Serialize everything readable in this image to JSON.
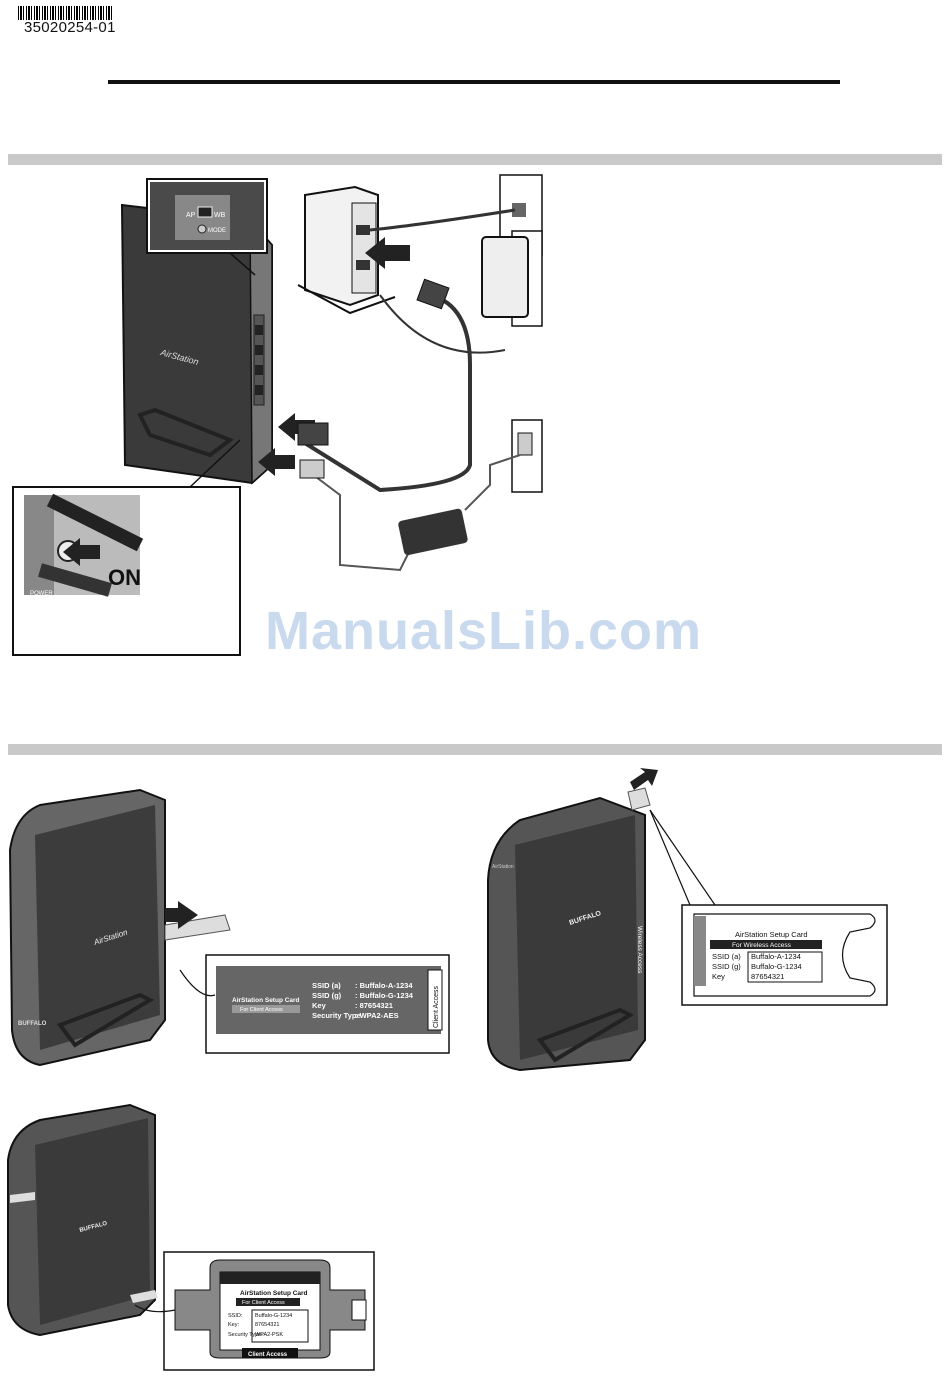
{
  "header": {
    "doc_number": "35020254-01"
  },
  "watermark": "ManualsLib.com",
  "section1": {
    "router_brand": "AirStation",
    "switch_ap": "AP",
    "switch_wb": "WB",
    "switch_mode": "MODE",
    "power_label": "ON",
    "port_power": "POWER"
  },
  "section2": {
    "card1": {
      "title": "AirStation Setup Card",
      "subtitle": "For Client Access",
      "ssid_a_label": "SSID (a)",
      "ssid_a": ": Buffalo-A-1234",
      "ssid_g_label": "SSID (g)",
      "ssid_g": ": Buffalo-G-1234",
      "key_label": "Key",
      "key": ": 87654321",
      "sec_label": "Security Type",
      "sec": ": WPA2-AES",
      "side_tab": "Client Access",
      "router_brand": "AirStation",
      "router_logo": "BUFFALO"
    },
    "card2": {
      "title": "AirStation Setup Card",
      "subtitle": "For Wireless Access",
      "side_tab": "Wireless Access",
      "ssid_a_label": "SSID (a)",
      "ssid_a": "Buffalo-A-1234",
      "ssid_g_label": "SSID (g)",
      "ssid_g": "Buffalo-G-1234",
      "key_label": "Key",
      "key": "87654321",
      "router_logo": "BUFFALO",
      "router_brand": "AirStation"
    },
    "card3": {
      "title": "AirStation Setup Card",
      "subtitle": "For Client Access",
      "ssid_label": "SSID:",
      "ssid": "Buffalo-G-1234",
      "key_label": "Key:",
      "key": "87654321",
      "sec_label": "Security Type:",
      "sec": "WPA2-PSK",
      "bottom_tab": "Client Access",
      "router_logo": "BUFFALO"
    }
  }
}
